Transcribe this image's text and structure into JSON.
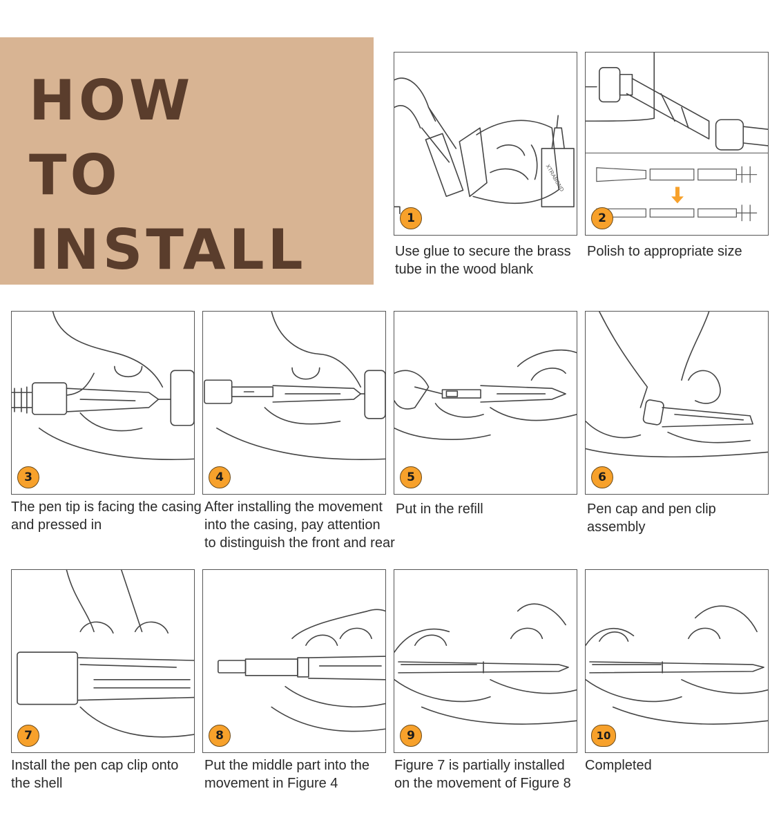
{
  "title": {
    "line1": "HOW",
    "line2": "TO",
    "line3": "INSTALL"
  },
  "steps": [
    {
      "number": "1",
      "caption": "Use glue to secure the brass\ntube in the wood blank"
    },
    {
      "number": "2",
      "caption": "Polish to appropriate size"
    },
    {
      "number": "3",
      "caption": "The pen tip is facing the casing\nand pressed in"
    },
    {
      "number": "4",
      "caption": "After installing the movement\ninto the casing, pay attention\nto distinguish the front and rear"
    },
    {
      "number": "5",
      "caption": "Put in the refill"
    },
    {
      "number": "6",
      "caption": "Pen cap and pen clip\nassembly"
    },
    {
      "number": "7",
      "caption": "Install the pen cap clip onto\nthe shell"
    },
    {
      "number": "8",
      "caption": "Put the middle part into the\nmovement in Figure 4"
    },
    {
      "number": "9",
      "caption": "Figure 7 is partially installed\non the movement of Figure 8"
    },
    {
      "number": "10",
      "caption": "Completed"
    }
  ],
  "colors": {
    "title_background": "#d8b493",
    "title_text": "#5a3d2c",
    "badge": "#f7a12b",
    "arrow": "#f7a12b"
  }
}
